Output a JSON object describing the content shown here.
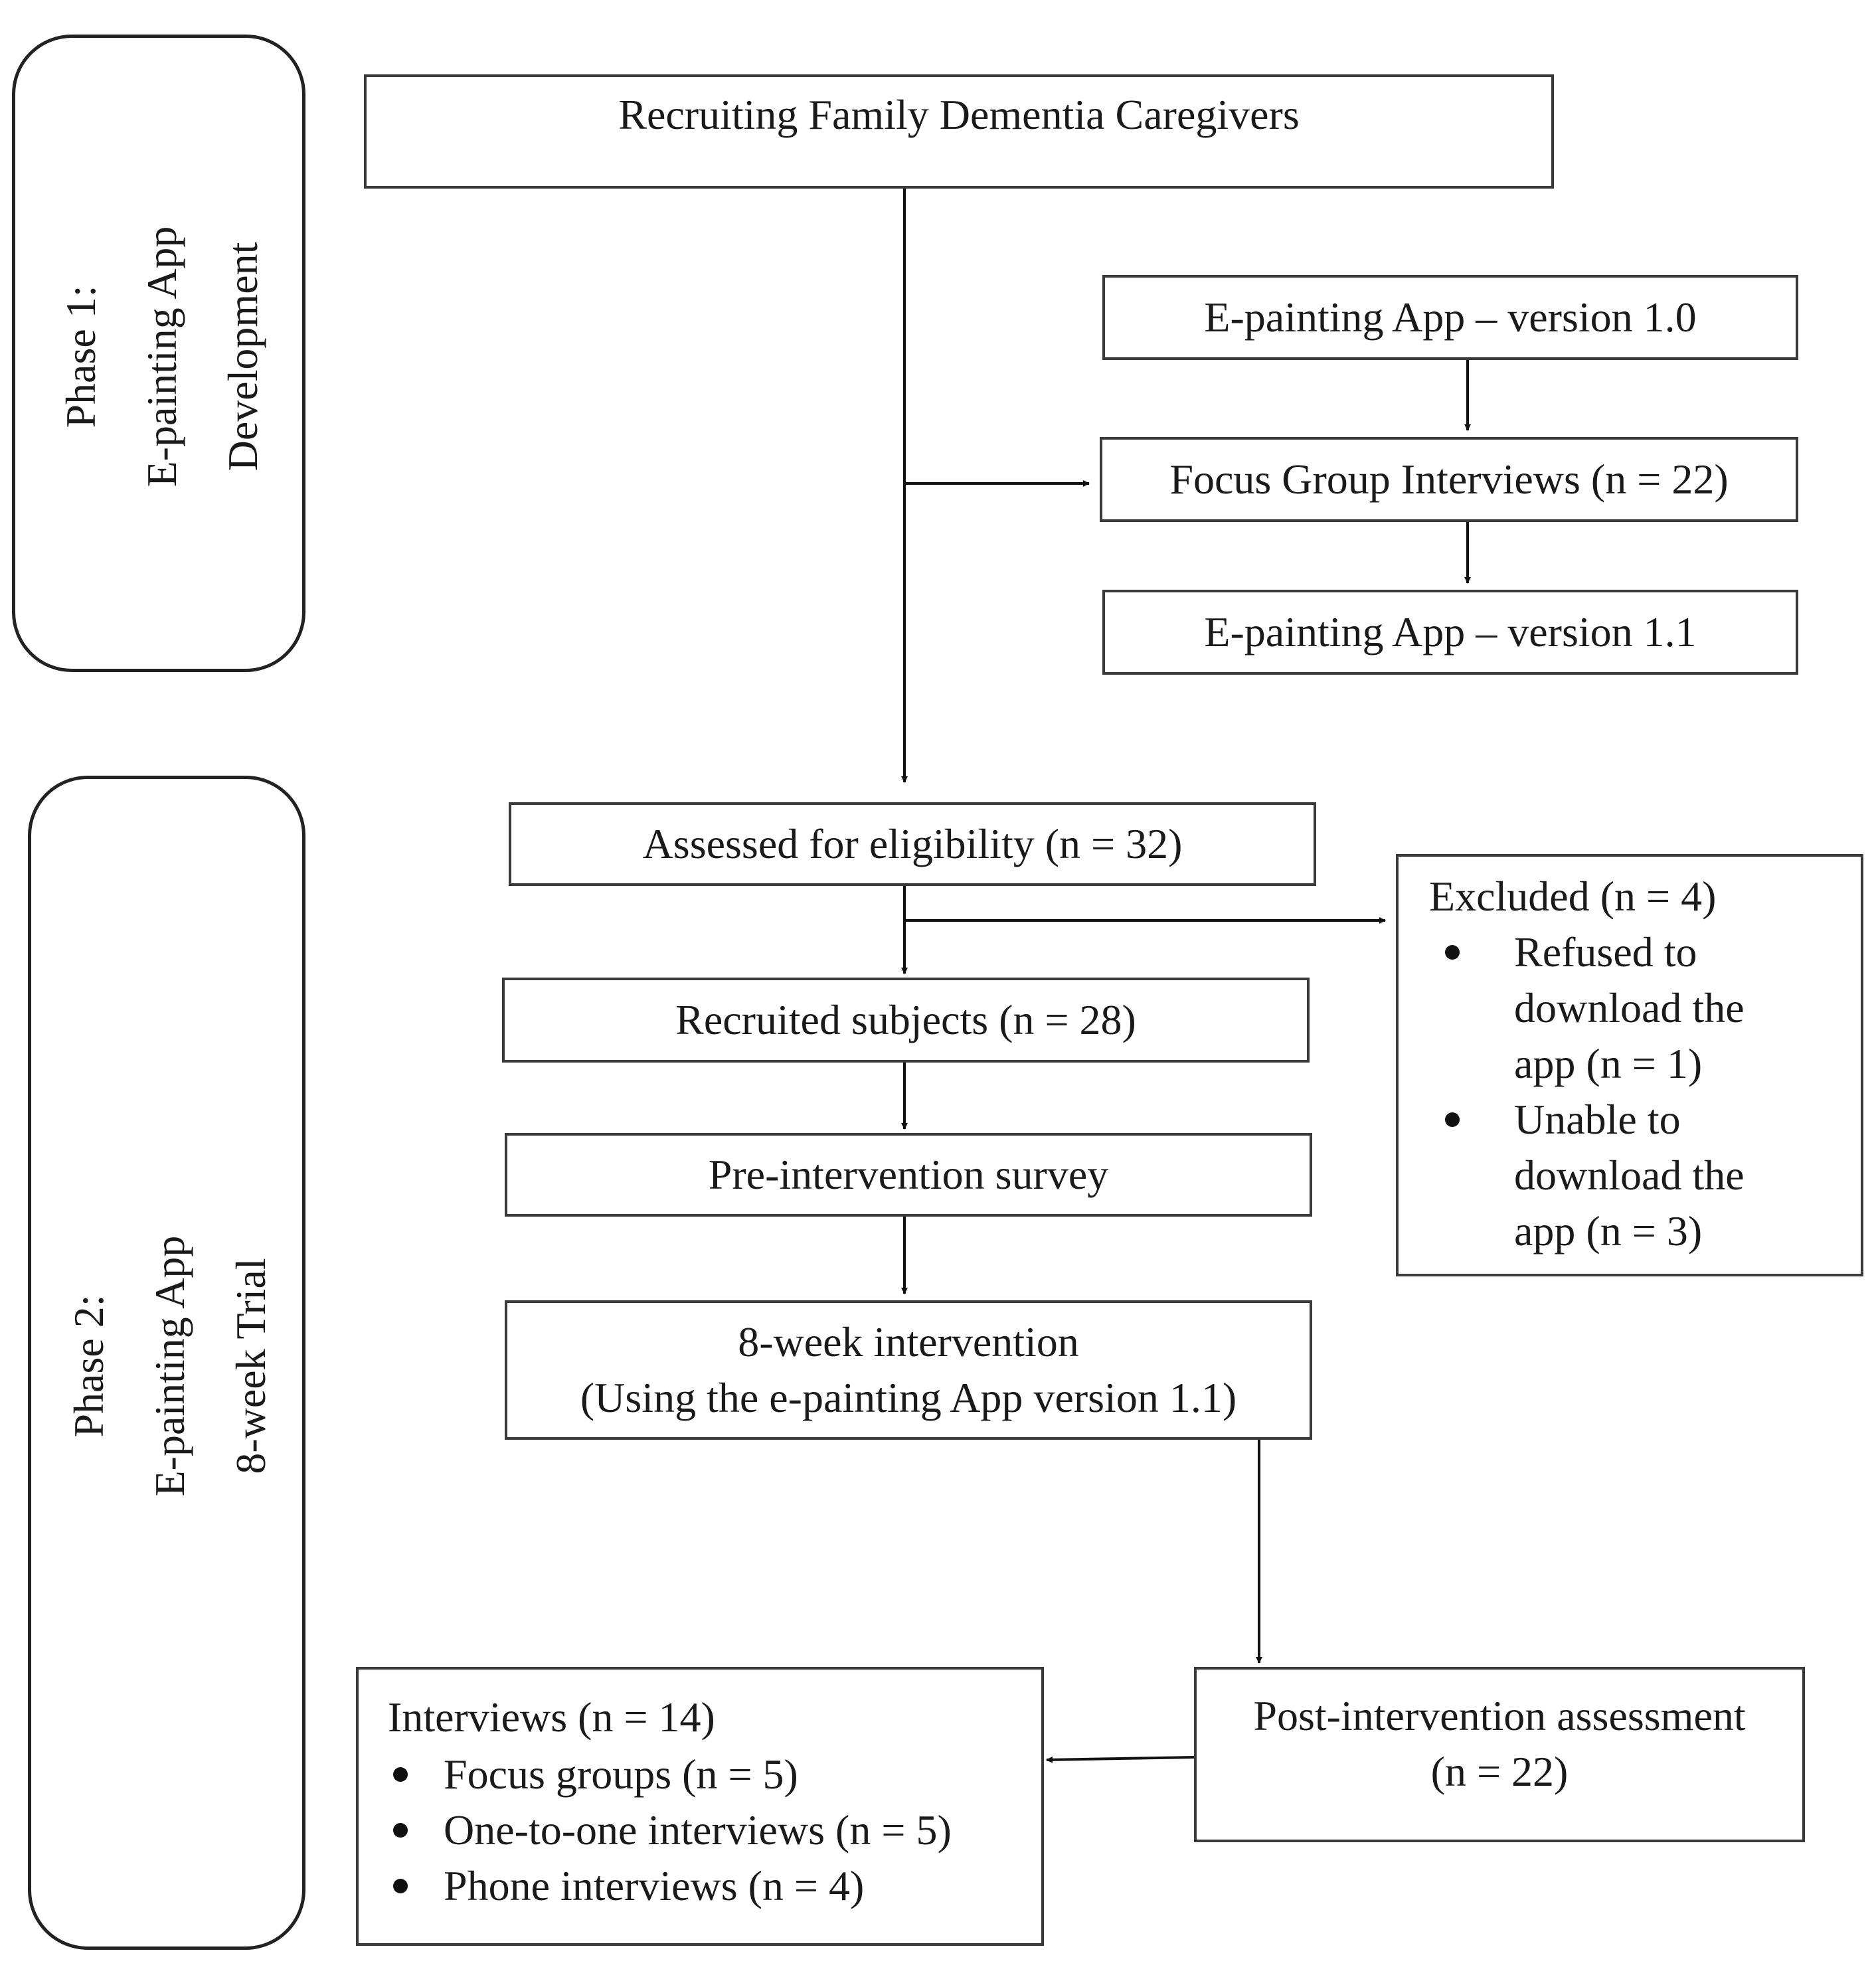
{
  "phase1": {
    "line1": "Phase 1:",
    "line2": "E-painting App",
    "line3": "Development"
  },
  "phase2": {
    "line1": "Phase 2:",
    "line2": "E-painting App",
    "line3": "8-week Trial"
  },
  "nodes": {
    "recruiting": "Recruiting Family Dementia Caregivers",
    "app_v10": "E-painting App – version 1.0",
    "focus_group": "Focus Group Interviews (n = 22)",
    "app_v11": "E-painting App – version 1.1",
    "assessed": "Assessed for eligibility (n = 32)",
    "recruited": "Recruited subjects (n = 28)",
    "pre_survey": "Pre-intervention survey",
    "intervention_line1": "8-week intervention",
    "intervention_line2": "(Using the e-painting App version 1.1)",
    "post_line1": "Post-intervention assessment",
    "post_line2": "(n = 22)"
  },
  "excluded": {
    "title": "Excluded (n = 4)",
    "items": [
      {
        "lines": [
          "Refused to",
          "download the",
          "app (n = 1)"
        ]
      },
      {
        "lines": [
          "Unable to",
          "download the",
          "app (n = 3)"
        ]
      }
    ]
  },
  "interviews": {
    "title": "Interviews (n = 14)",
    "items": [
      "Focus groups (n = 5)",
      "One-to-one interviews (n = 5)",
      "Phone interviews (n = 4)"
    ]
  }
}
